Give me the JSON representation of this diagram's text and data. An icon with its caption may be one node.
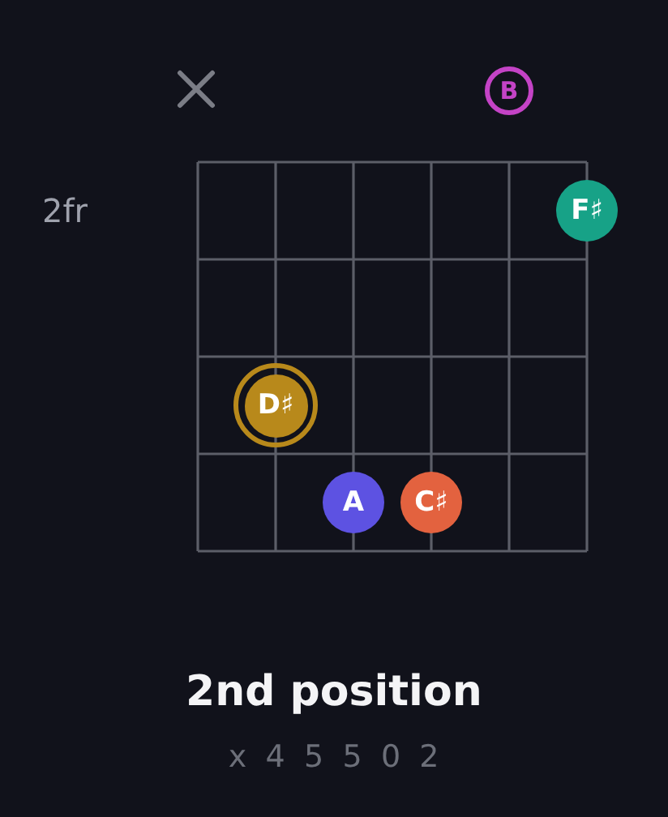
{
  "diagram": {
    "title": "2nd position",
    "caption": "x 4 5 5 0 2",
    "nodes": [
      {
        "text": [
          "B"
        ]
      },
      {
        "text": [
          "F♯"
        ]
      },
      {
        "text": [
          "D♯"
        ]
      },
      {
        "text": [
          "A"
        ]
      },
      {
        "text": [
          "C♯"
        ]
      }
    ],
    "labels": [
      "2fr"
    ]
  }
}
